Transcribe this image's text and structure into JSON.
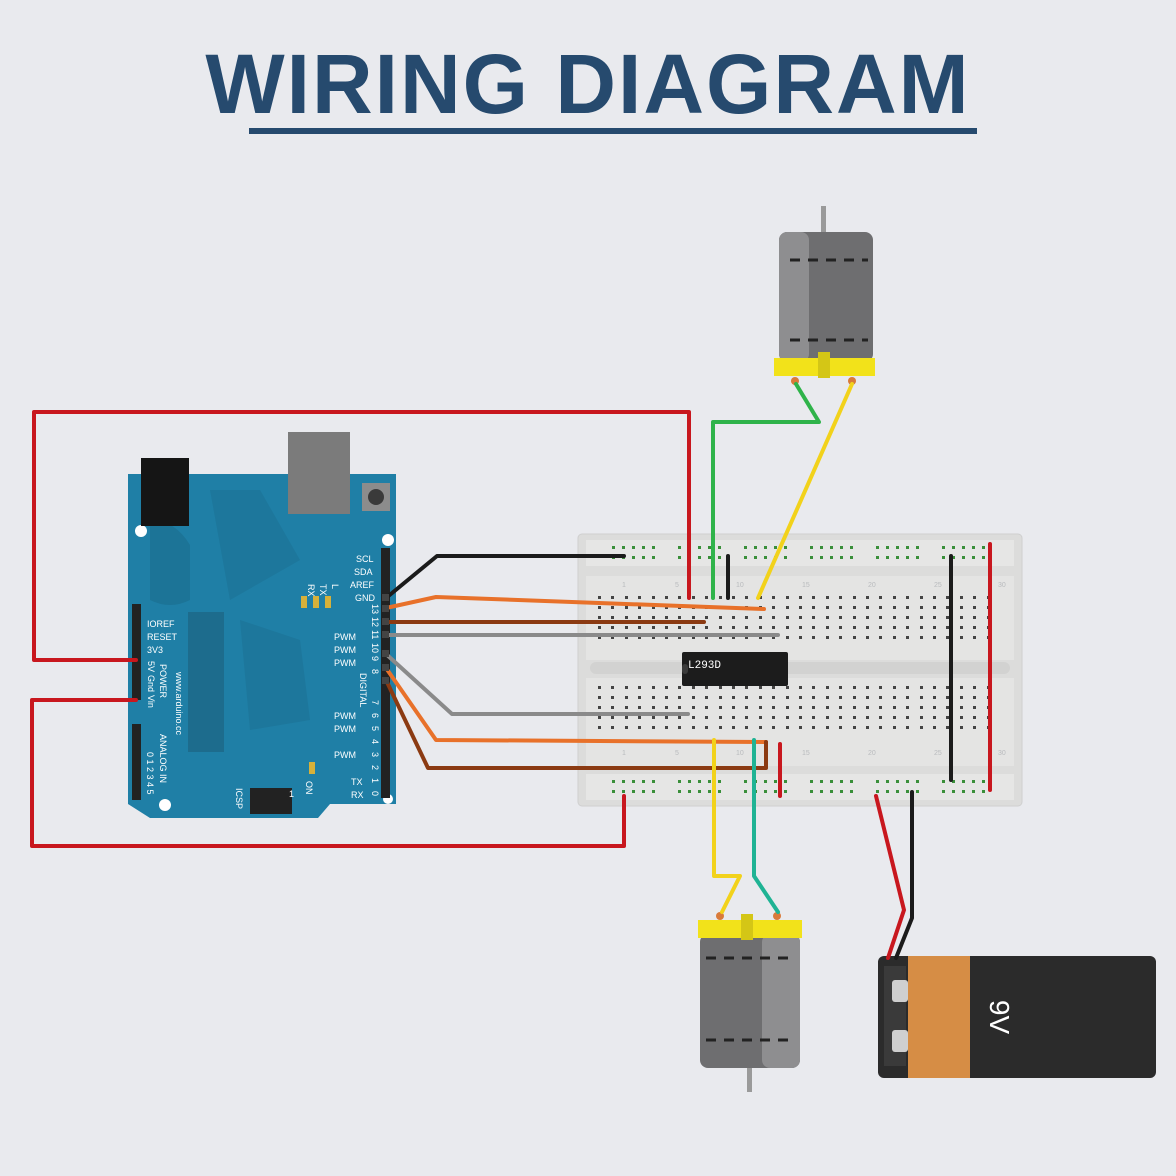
{
  "title": "WIRING DIAGRAM",
  "arduino": {
    "header_labels": [
      "SCL",
      "SDA",
      "AREF",
      "GND"
    ],
    "pwm_labels": [
      "PWM",
      "PWM",
      "PWM"
    ],
    "pwm2_labels": [
      "PWM",
      "PWM",
      "PWM"
    ],
    "pin_numbers_top": [
      "13",
      "12",
      "11",
      "10",
      "9",
      "8"
    ],
    "pin_numbers_bottom": [
      "7",
      "6",
      "5",
      "4",
      "3",
      "2",
      "1",
      "0"
    ],
    "digital_label": "DIGITAL",
    "led_labels": [
      "L",
      "TX",
      "RX"
    ],
    "on_label": "ON",
    "txrx_labels": [
      "TX",
      "RX"
    ],
    "power_labels": [
      "IOREF",
      "RESET",
      "3V3",
      "5V",
      "Gnd",
      "Vin"
    ],
    "power_title": "POWER",
    "analog_title": "ANALOG IN",
    "analog_pins": "0 1 2 3 4 5",
    "website": "www.arduino.cc",
    "icsp_label": "ICSP",
    "icsp_pin": "1"
  },
  "breadboard": {
    "column_numbers": [
      "1",
      "5",
      "10",
      "15",
      "20",
      "25",
      "30"
    ]
  },
  "chip": {
    "label": "L293D"
  },
  "battery": {
    "label": "9V"
  },
  "colors": {
    "title": "#264a6e",
    "arduino_board": "#1f7fa6",
    "wire_red": "#c8171e",
    "wire_black": "#1b1b1b",
    "wire_orange": "#e8712a",
    "wire_brown": "#8b3a12",
    "wire_gray": "#8a8a8a",
    "wire_green": "#2fb34a",
    "wire_yellow": "#f2d21b",
    "wire_teal": "#1fb394",
    "motor_body": "#6e6e70",
    "motor_cap": "#f2e21a",
    "battery_body": "#2b2b2b",
    "battery_label": "#d68d45"
  }
}
